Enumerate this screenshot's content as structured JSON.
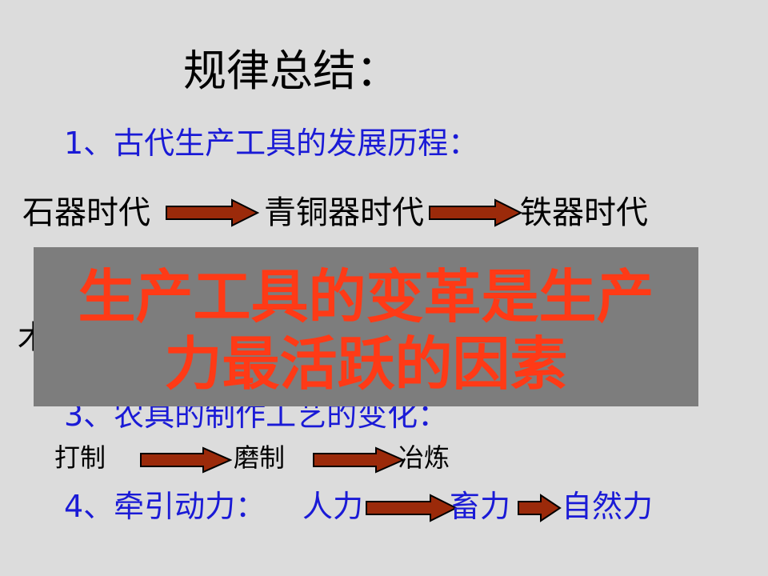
{
  "slide": {
    "title": "规律总结：",
    "section1": {
      "heading": "1、古代生产工具的发展历程：",
      "stages": [
        "石器时代",
        "青铜器时代",
        "铁器时代"
      ]
    },
    "hidden_fragment": "木",
    "overlay": {
      "line1": "生产工具的变革是生产",
      "line2": "力最活跃的因素"
    },
    "section3": {
      "heading": "3、农具的制作工艺的变化：",
      "stages": [
        "打制",
        "磨制",
        "冶炼"
      ]
    },
    "section4": {
      "heading": "4、牵引动力：",
      "stages": [
        "人力",
        "畜力",
        "自然力"
      ]
    },
    "colors": {
      "background": "#dcdcdc",
      "heading_blue": "#1a1ad6",
      "arrow_fill": "#9b2a0a",
      "overlay_bg": "#7d7d7d",
      "overlay_text": "#ff3a16"
    }
  }
}
